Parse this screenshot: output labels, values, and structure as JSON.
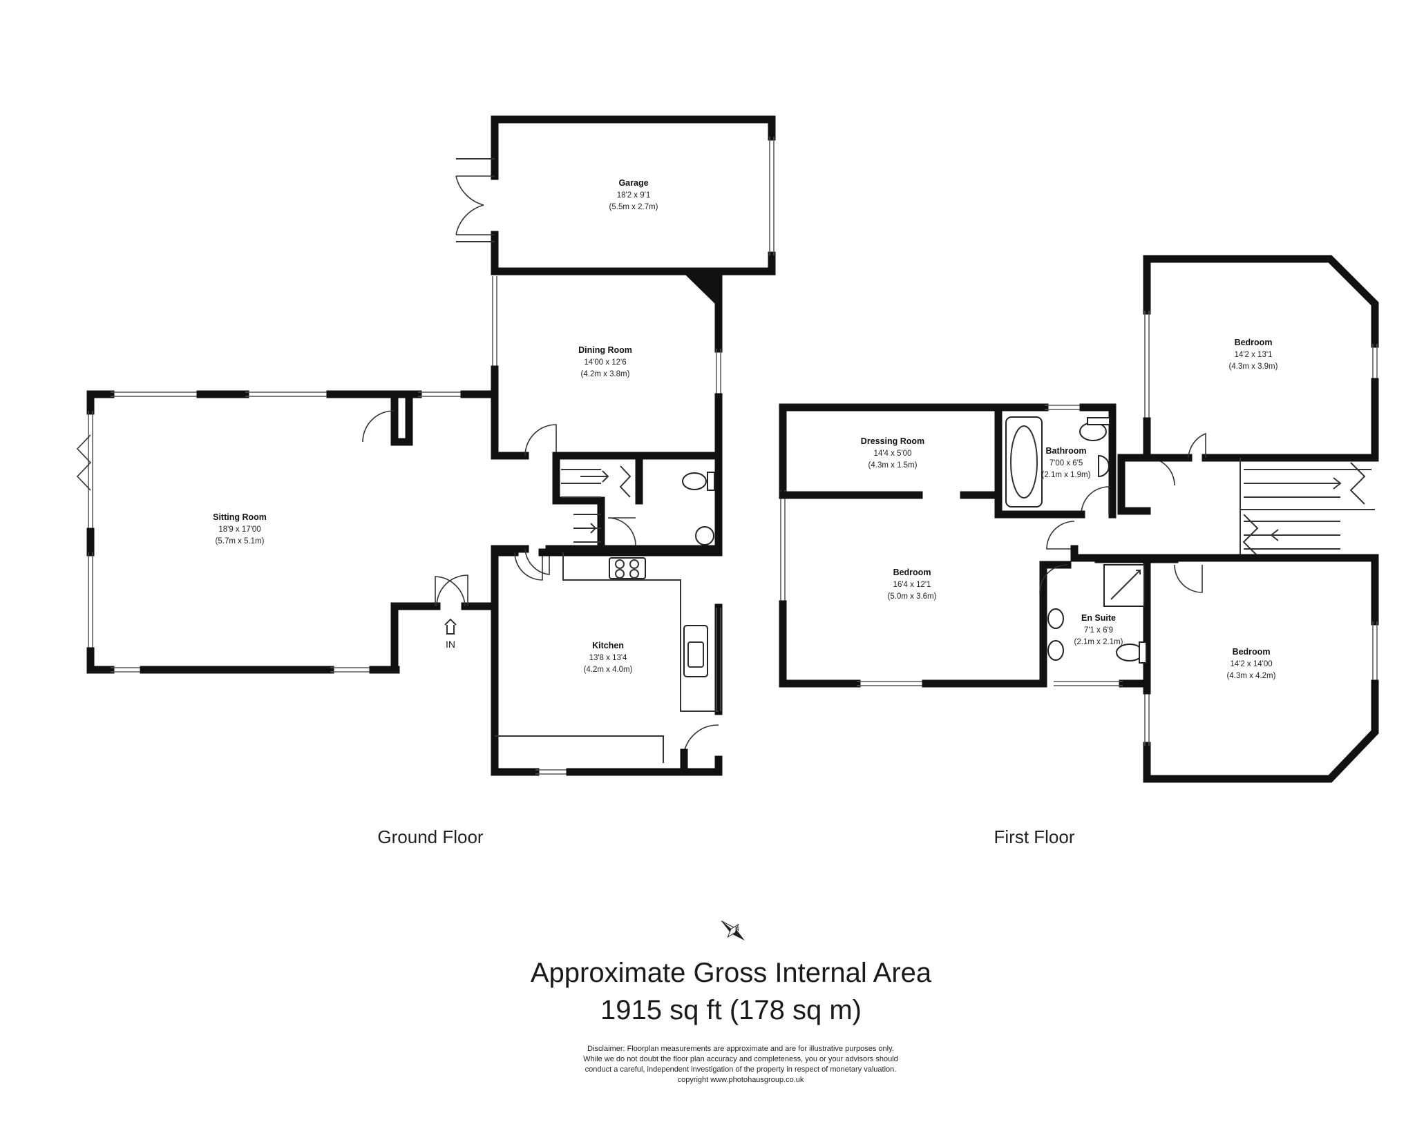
{
  "floors": {
    "ground": "Ground Floor",
    "first": "First Floor"
  },
  "entrance_label": "IN",
  "rooms": {
    "garage": {
      "name": "Garage",
      "imperial": "18'2 x 9'1",
      "metric": "(5.5m x 2.7m)"
    },
    "dining": {
      "name": "Dining Room",
      "imperial": "14'00 x 12'6",
      "metric": "(4.2m x 3.8m)"
    },
    "sitting": {
      "name": "Sitting Room",
      "imperial": "18'9 x 17'00",
      "metric": "(5.7m x 5.1m)"
    },
    "kitchen": {
      "name": "Kitchen",
      "imperial": "13'8 x 13'4",
      "metric": "(4.2m x 4.0m)"
    },
    "dressing": {
      "name": "Dressing Room",
      "imperial": "14'4 x 5'00",
      "metric": "(4.3m x 1.5m)"
    },
    "bathroom": {
      "name": "Bathroom",
      "imperial": "7'00 x 6'5",
      "metric": "(2.1m x 1.9m)"
    },
    "bedroom_main": {
      "name": "Bedroom",
      "imperial": "16'4 x 12'1",
      "metric": "(5.0m x 3.6m)"
    },
    "ensuite": {
      "name": "En Suite",
      "imperial": "7'1 x 6'9",
      "metric": "(2.1m x 2.1m)"
    },
    "bedroom_ne": {
      "name": "Bedroom",
      "imperial": "14'2 x 13'1",
      "metric": "(4.3m x 3.9m)"
    },
    "bedroom_se": {
      "name": "Bedroom",
      "imperial": "14'2 x 14'00",
      "metric": "(4.3m x 4.2m)"
    }
  },
  "compass_label": "N",
  "area": {
    "title": "Approximate Gross Internal Area",
    "value": "1915 sq ft (178 sq m)"
  },
  "disclaimer": [
    "Disclaimer: Floorplan measurements are approximate and are for illustrative purposes only.",
    "While we do not doubt the floor plan accuracy and completeness, you or your advisors should",
    "conduct a careful, independent investigation of the property in respect of monetary valuation.",
    "copyright www.photohausgroup.co.uk"
  ]
}
